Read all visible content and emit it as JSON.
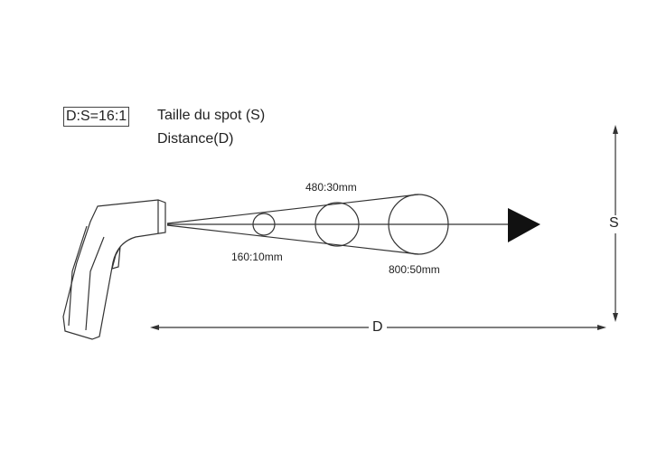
{
  "ratio_label": "D:S=16:1",
  "legend": {
    "spot": "Taille du spot (S)",
    "distance": "Distance(D)"
  },
  "spots": [
    {
      "label": "160:10mm"
    },
    {
      "label": "480:30mm"
    },
    {
      "label": "800:50mm"
    }
  ],
  "axis": {
    "s_label": "S",
    "d_label": "D"
  },
  "colors": {
    "line": "#333333",
    "arrow": "#111111"
  }
}
